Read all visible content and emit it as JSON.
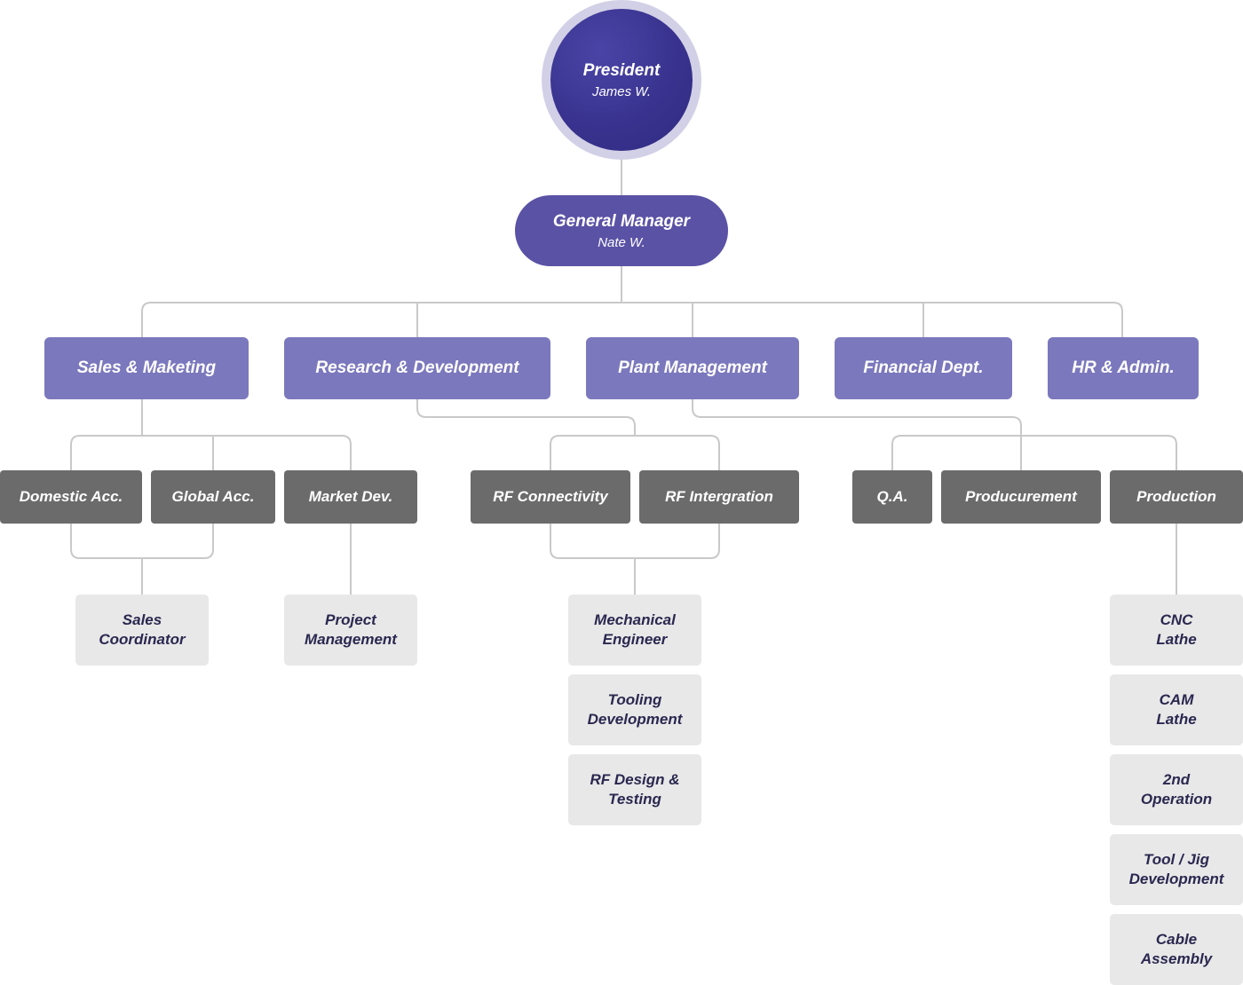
{
  "president": {
    "title": "President",
    "name": "James W."
  },
  "general_manager": {
    "title": "General Manager",
    "name": "Nate W."
  },
  "departments": {
    "sales": "Sales & Maketing",
    "rnd": "Research & Development",
    "plant": "Plant Management",
    "finance": "Financial Dept.",
    "hr": "HR & Admin."
  },
  "sub_departments": {
    "domestic": "Domestic Acc.",
    "global": "Global Acc.",
    "market": "Market Dev.",
    "rf_connectivity": "RF Connectivity",
    "rf_integration": "RF Intergration",
    "qa": "Q.A.",
    "procurement": "Producurement",
    "production": "Production"
  },
  "teams": {
    "sales_coordinator": {
      "line1": "Sales",
      "line2": "Coordinator"
    },
    "project_management": {
      "line1": "Project",
      "line2": "Management"
    },
    "mechanical_engineer": {
      "line1": "Mechanical",
      "line2": "Engineer"
    },
    "tooling_development": {
      "line1": "Tooling",
      "line2": "Development"
    },
    "rf_design_testing": {
      "line1": "RF Design &",
      "line2": "Testing"
    },
    "cnc_lathe": {
      "line1": "CNC",
      "line2": "Lathe"
    },
    "cam_lathe": {
      "line1": "CAM",
      "line2": "Lathe"
    },
    "second_operation": {
      "line1": "2nd",
      "line2": "Operation"
    },
    "tool_jig": {
      "line1": "Tool / Jig",
      "line2": "Development"
    },
    "cable_assembly": {
      "line1": "Cable",
      "line2": "Assembly"
    }
  },
  "colors": {
    "president": "#39338f",
    "president_ring": "#d2d0e6",
    "general_manager": "#5a52a5",
    "department": "#7b78bd",
    "sub_department": "#6b6b6b",
    "team": "#e8e8e8",
    "connector": "#c9c9c9"
  }
}
